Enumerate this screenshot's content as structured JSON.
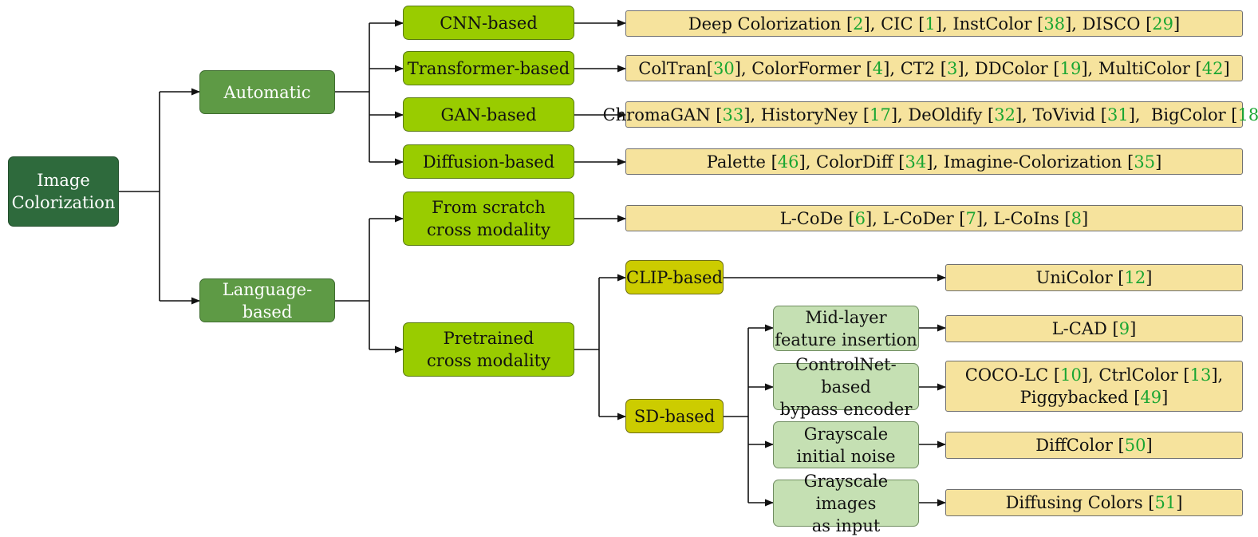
{
  "root": {
    "lines": [
      "Image",
      "Colorization"
    ]
  },
  "automatic": {
    "label": "Automatic",
    "branches": [
      {
        "label": "CNN-based",
        "papers": [
          [
            "Deep Colorization ",
            "2",
            ", "
          ],
          [
            "CIC ",
            "1",
            ", "
          ],
          [
            "InstColor ",
            "38",
            ", "
          ],
          [
            "DISCO ",
            "29",
            ""
          ]
        ]
      },
      {
        "label": "Transformer-based",
        "papers": [
          [
            "ColTran",
            "30",
            ", "
          ],
          [
            "ColorFormer ",
            "4",
            ", "
          ],
          [
            "CT2 ",
            "3",
            ", "
          ],
          [
            "DDColor ",
            "19",
            ", "
          ],
          [
            "MultiColor ",
            "42",
            ""
          ]
        ]
      },
      {
        "label": "GAN-based",
        "papers": [
          [
            "ChromaGAN ",
            "33",
            ", "
          ],
          [
            "HistoryNey ",
            "17",
            ", "
          ],
          [
            "DeOldify ",
            "32",
            ", "
          ],
          [
            "ToVivid ",
            "31",
            ",  "
          ],
          [
            "BigColor ",
            "18",
            ""
          ]
        ]
      },
      {
        "label": "Diffusion-based",
        "papers": [
          [
            "Palette ",
            "46",
            ", "
          ],
          [
            "ColorDiff ",
            "34",
            ", "
          ],
          [
            "Imagine-Colorization ",
            "35",
            ""
          ]
        ]
      }
    ]
  },
  "language": {
    "label": "Language-based",
    "scratch": {
      "lines": [
        "From scratch",
        "cross modality"
      ],
      "papers": [
        [
          "L-CoDe ",
          "6",
          ", "
        ],
        [
          "L-CoDer ",
          "7",
          ", "
        ],
        [
          "L-CoIns ",
          "8",
          ""
        ]
      ]
    },
    "pretrained": {
      "lines": [
        "Pretrained",
        "cross modality"
      ],
      "clip": {
        "label": "CLIP-based",
        "papers": [
          [
            "UniColor ",
            "12",
            ""
          ]
        ]
      },
      "sd": {
        "label": "SD-based",
        "branches": [
          {
            "lines": [
              "Mid-layer",
              "feature insertion"
            ],
            "paper_lines": [
              [
                [
                  "L-CAD ",
                  "9",
                  ""
                ]
              ]
            ]
          },
          {
            "lines": [
              "ControlNet-based",
              "bypass encoder"
            ],
            "paper_lines": [
              [
                [
                  "COCO-LC ",
                  "10",
                  ", "
                ],
                [
                  "CtrlColor ",
                  "13",
                  ","
                ]
              ],
              [
                [
                  "Piggybacked ",
                  "49",
                  ""
                ]
              ]
            ]
          },
          {
            "lines": [
              "Grayscale",
              "initial noise"
            ],
            "paper_lines": [
              [
                [
                  "DiffColor ",
                  "50",
                  ""
                ]
              ]
            ]
          },
          {
            "lines": [
              "Grayscale images",
              "as input"
            ],
            "paper_lines": [
              [
                [
                  "Diffusing Colors ",
                  "51",
                  ""
                ]
              ]
            ]
          }
        ]
      }
    }
  },
  "colors": {
    "root": "#2e6a3c",
    "level1": "#5e9a45",
    "level2": "#99cc00",
    "level3": "#cccc00",
    "level4": "#c5e0b3",
    "leaf": "#f6e39d",
    "reference": "#1aa632"
  }
}
